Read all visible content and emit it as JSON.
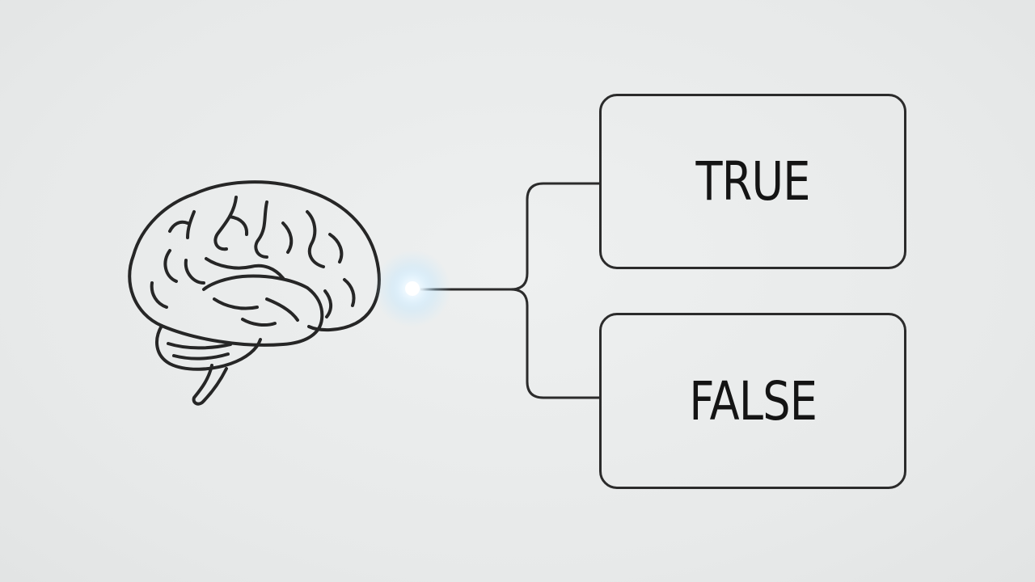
{
  "options": {
    "true_label": "TRUE",
    "false_label": "FALSE"
  },
  "icons": {
    "brain": "brain-icon",
    "glow": "glow-spark"
  },
  "colors": {
    "background": "#e9ebeb",
    "stroke": "#2b2b2b",
    "glow": "#bfe6ff"
  }
}
